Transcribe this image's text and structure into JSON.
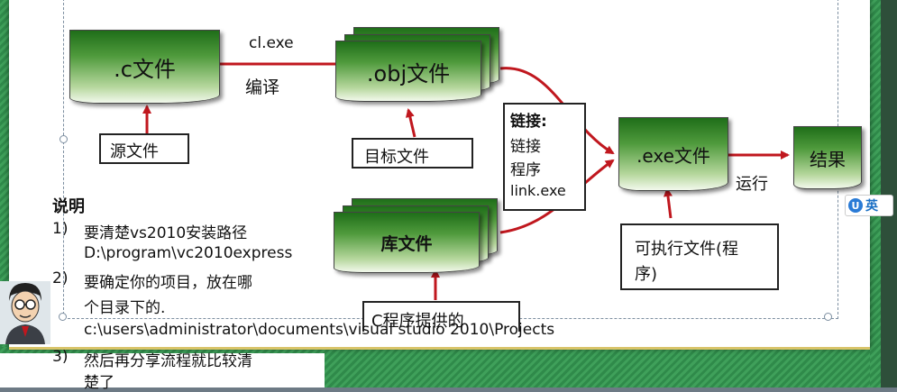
{
  "diagram": {
    "nodes": {
      "c_file": ".c文件",
      "obj_file": ".obj文件",
      "exe_file": ".exe文件",
      "result": "结果",
      "lib_file": "库文件"
    },
    "labels": {
      "source_file": "源文件",
      "target_file": "目标文件",
      "link_box_title": "链接:",
      "link_box_line1": "链接",
      "link_box_line2": "程序",
      "link_box_line3": "link.exe",
      "executable_box_line1": "可执行文件(程",
      "executable_box_line2": "序)",
      "c_provided": "C程序提供的"
    },
    "edges": {
      "compiler": "cl.exe",
      "compile": "编译",
      "run": "运行"
    }
  },
  "notes": {
    "title": "说明",
    "items": [
      {
        "num": "1)",
        "line1": "要清楚vs2010安装路径",
        "line2": "D:\\program\\vc2010express"
      },
      {
        "num": "2)",
        "line1": "要确定你的项目，放在哪",
        "line2": "个目录下的.",
        "line3": "c:\\users\\administrator\\documents\\visual studio 2010\\Projects"
      },
      {
        "num": "3)",
        "line1": "然后再分享流程就比较清",
        "line2": "楚了"
      }
    ]
  },
  "ime": {
    "label": "英"
  },
  "colors": {
    "arrow": "#c0171e",
    "doc_dark": "#1f6e19",
    "doc_light": "#f2f9ec",
    "slide_border": "#3fa05a"
  }
}
